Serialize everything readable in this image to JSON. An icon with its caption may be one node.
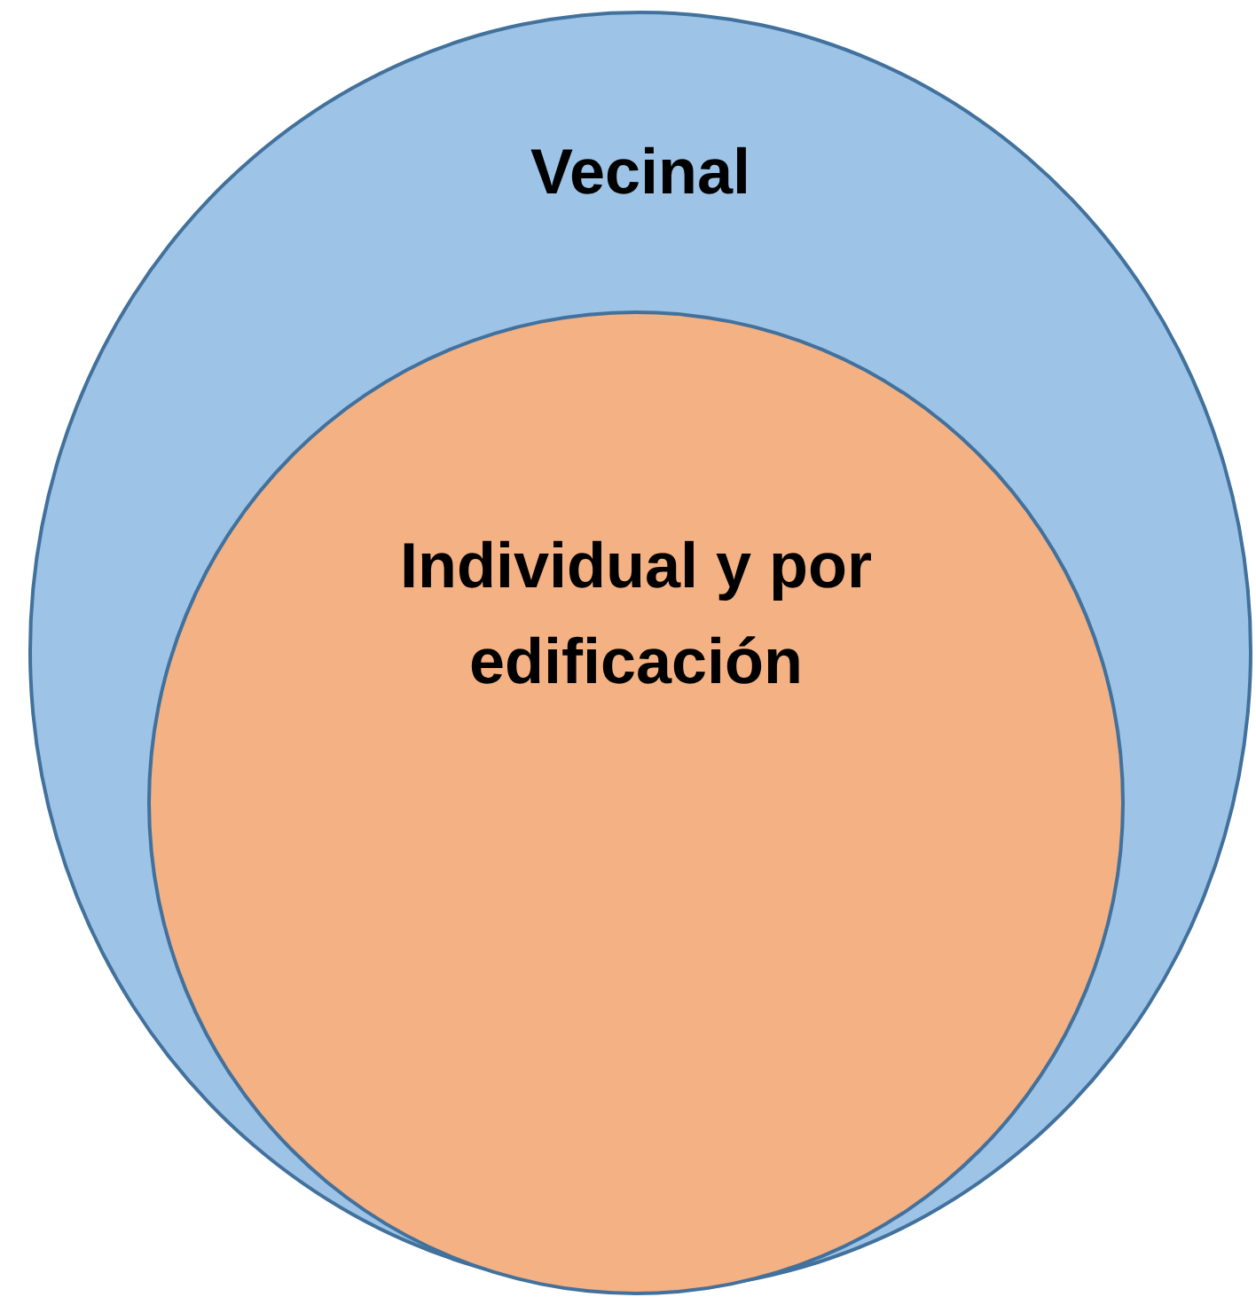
{
  "diagram": {
    "nodes": [
      {
        "text": [
          "Vecinal"
        ]
      },
      {
        "text": [
          "Individual y por edificación"
        ],
        "in": 0
      }
    ]
  }
}
